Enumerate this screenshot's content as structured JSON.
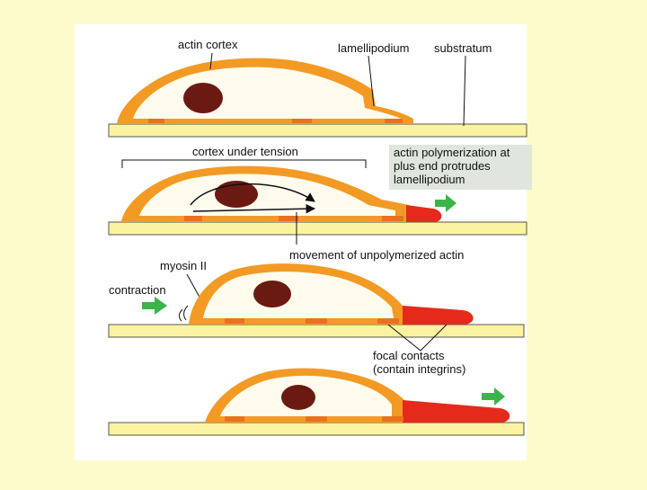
{
  "labels": {
    "actin_cortex": "actin cortex",
    "lamellipodium": "lamellipodium",
    "substratum": "substratum",
    "cortex_under_tension": "cortex under tension",
    "polymerization_line1": "actin polymerization at",
    "polymerization_line2": "plus end protrudes",
    "polymerization_line3": "lamellipodium",
    "movement_unpolymerized": "movement of unpolymerized actin",
    "myosin": "myosin II",
    "contraction": "contraction",
    "focal_line1": "focal contacts",
    "focal_line2": "(contain integrins)"
  },
  "colors": {
    "page_background": "#fdfbcc",
    "panel_background": "#ffffff",
    "cortex_orange": "#f39a25",
    "cytoplasm": "#fffcee",
    "nucleus": "#6b1a12",
    "substratum": "#fbf3a0",
    "polymerized_actin": "#e52a1c",
    "arrow_green": "#3bb54a",
    "focal_contact": "#e8731c",
    "callout_box": "#dfe6dd"
  },
  "icons": [
    "green-arrow-icon",
    "motion-lines-icon"
  ]
}
